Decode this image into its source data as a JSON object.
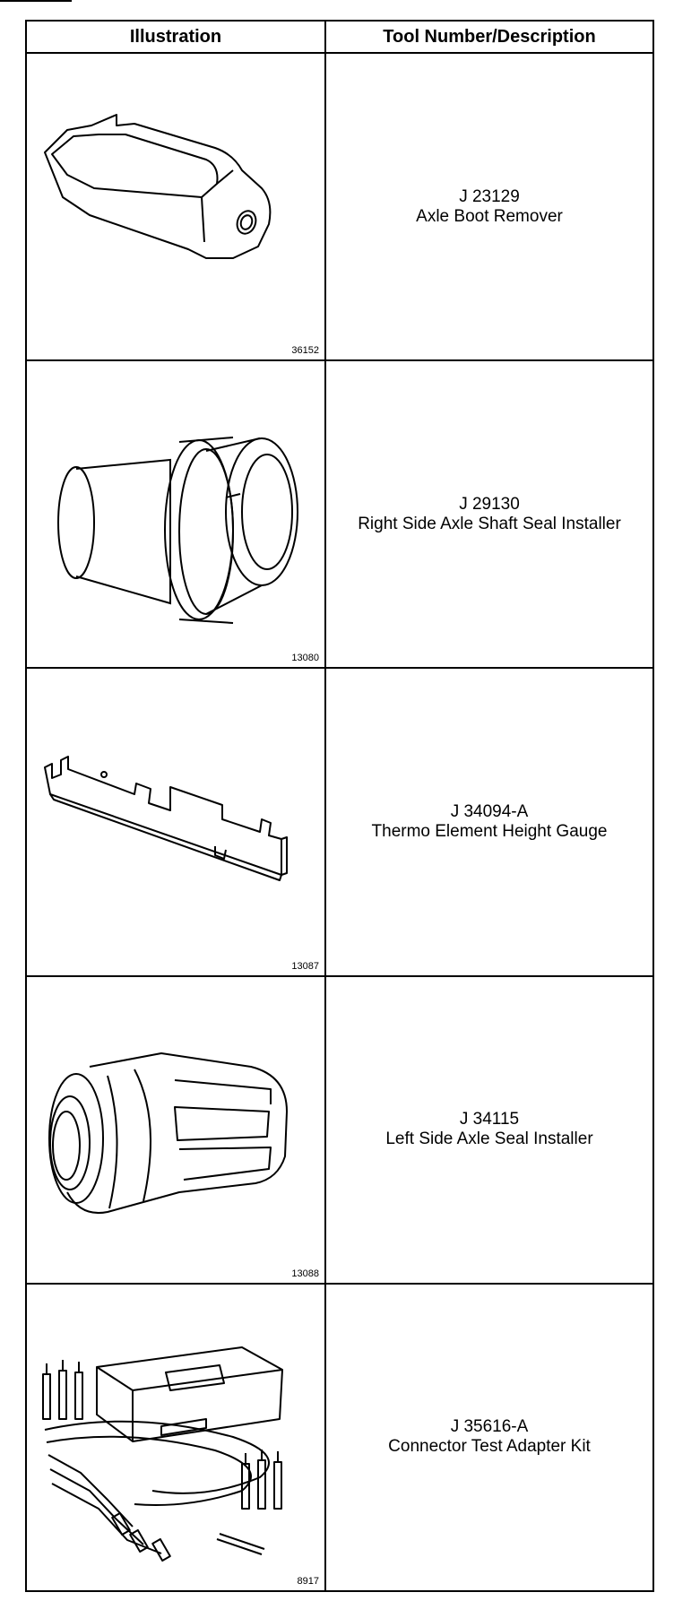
{
  "header": {
    "illustration": "Illustration",
    "tool": "Tool Number/Description"
  },
  "rows": [
    {
      "fig": "36152",
      "number": "J 23129",
      "name": "Axle Boot Remover",
      "icon": "axle-boot-remover-icon"
    },
    {
      "fig": "13080",
      "number": "J 29130",
      "name": "Right Side Axle Shaft Seal Installer",
      "icon": "axle-shaft-seal-installer-icon"
    },
    {
      "fig": "13087",
      "number": "J 34094-A",
      "name": "Thermo Element Height Gauge",
      "icon": "height-gauge-icon"
    },
    {
      "fig": "13088",
      "number": "J 34115",
      "name": "Left Side Axle Seal Installer",
      "icon": "axle-seal-installer-icon"
    },
    {
      "fig": "8917",
      "number": "J 35616-A",
      "name": "Connector Test Adapter Kit",
      "icon": "connector-test-kit-icon"
    }
  ]
}
